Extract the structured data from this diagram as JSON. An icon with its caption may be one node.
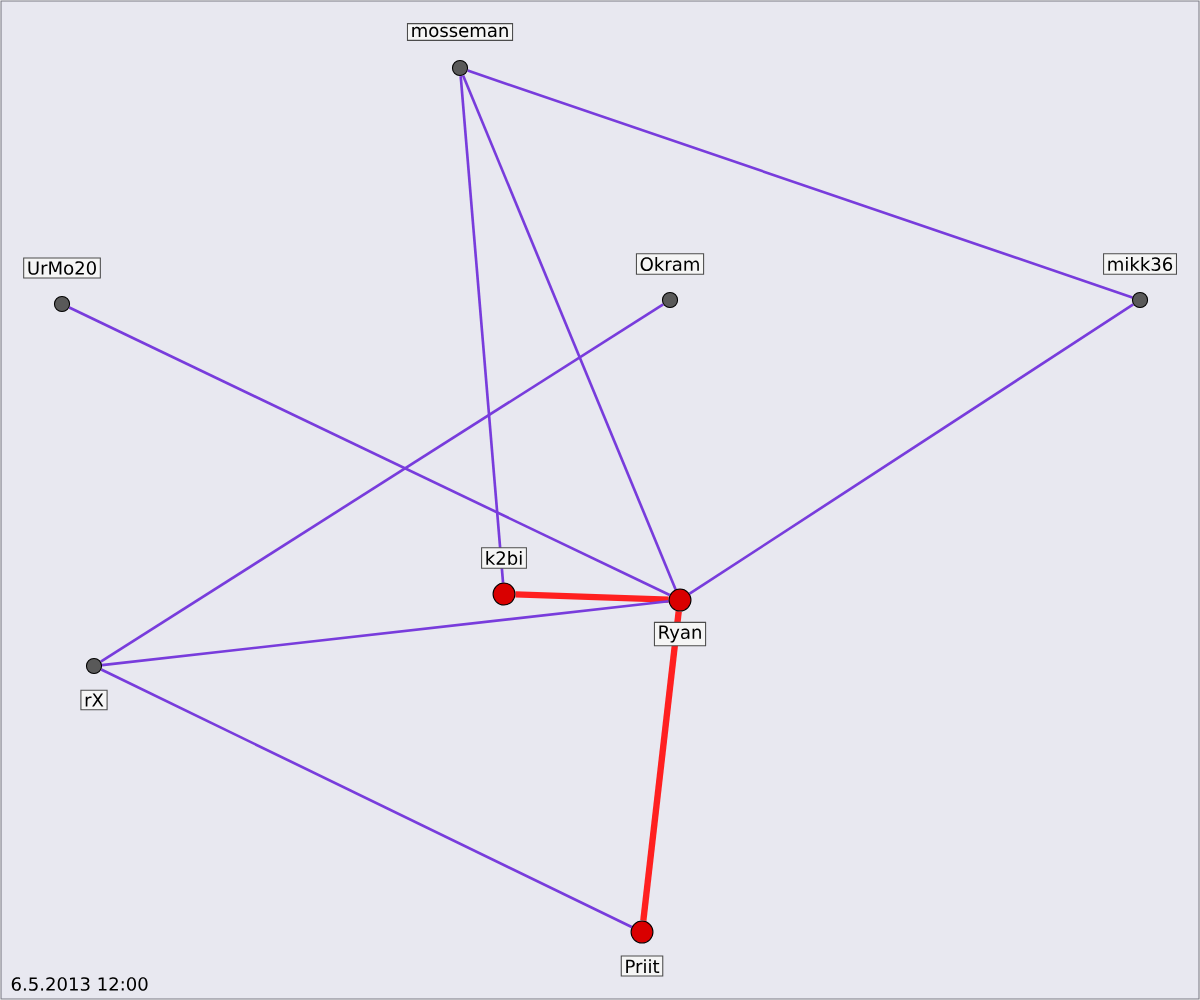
{
  "diagram": {
    "nodes": [
      {
        "text": [
          "mosseman"
        ]
      },
      {
        "text": [
          "UrMo20"
        ]
      },
      {
        "text": [
          "Okram"
        ]
      },
      {
        "text": [
          "mikk36"
        ]
      },
      {
        "text": [
          "k2bi"
        ]
      },
      {
        "text": [
          "Ryan"
        ]
      },
      {
        "text": [
          "rX"
        ]
      },
      {
        "text": [
          "Priit"
        ]
      }
    ],
    "edges": [
      {
        "from": 0,
        "to": 4,
        "arrow": "none"
      },
      {
        "from": 0,
        "to": 5,
        "arrow": "none"
      },
      {
        "from": 0,
        "to": 3,
        "arrow": "none"
      },
      {
        "from": 1,
        "to": 5,
        "arrow": "none"
      },
      {
        "from": 2,
        "to": 6,
        "arrow": "none"
      },
      {
        "from": 3,
        "to": 5,
        "arrow": "none"
      },
      {
        "from": 4,
        "to": 5,
        "arrow": "none",
        "style": "thick",
        "color": "#ff2020"
      },
      {
        "from": 6,
        "to": 5,
        "arrow": "none"
      },
      {
        "from": 6,
        "to": 7,
        "arrow": "none"
      },
      {
        "from": 5,
        "to": 7,
        "arrow": "none",
        "style": "thick",
        "color": "#ff2020"
      }
    ],
    "labels": [
      "6.5.2013 12:00"
    ]
  }
}
